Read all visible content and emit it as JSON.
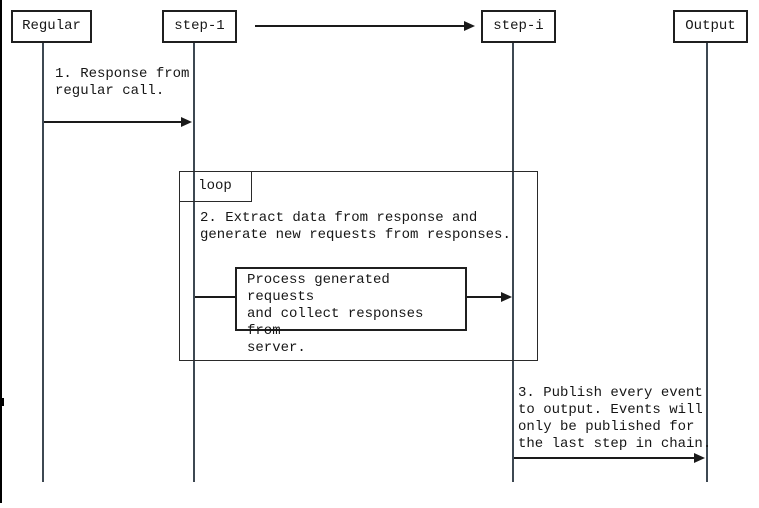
{
  "diagram": {
    "actors": [
      {
        "id": "regular",
        "label": "Regular"
      },
      {
        "id": "step-1",
        "label": "step-1"
      },
      {
        "id": "step-i",
        "label": "step-i"
      },
      {
        "id": "output",
        "label": "Output"
      }
    ],
    "fragment": {
      "label": "loop"
    },
    "messages": {
      "msg1": "1. Response from\nregular call.",
      "msg2": "2. Extract data from response and\ngenerate new requests from responses.",
      "process": "Process generated requests\nand collect responses from\nserver.",
      "msg3": "3. Publish every event\nto output. Events will\nonly be published for\nthe last step in chain."
    },
    "colors": {
      "line": "#1a1a1a",
      "background": "#ffffff",
      "lifeline": "#3d4852"
    }
  }
}
